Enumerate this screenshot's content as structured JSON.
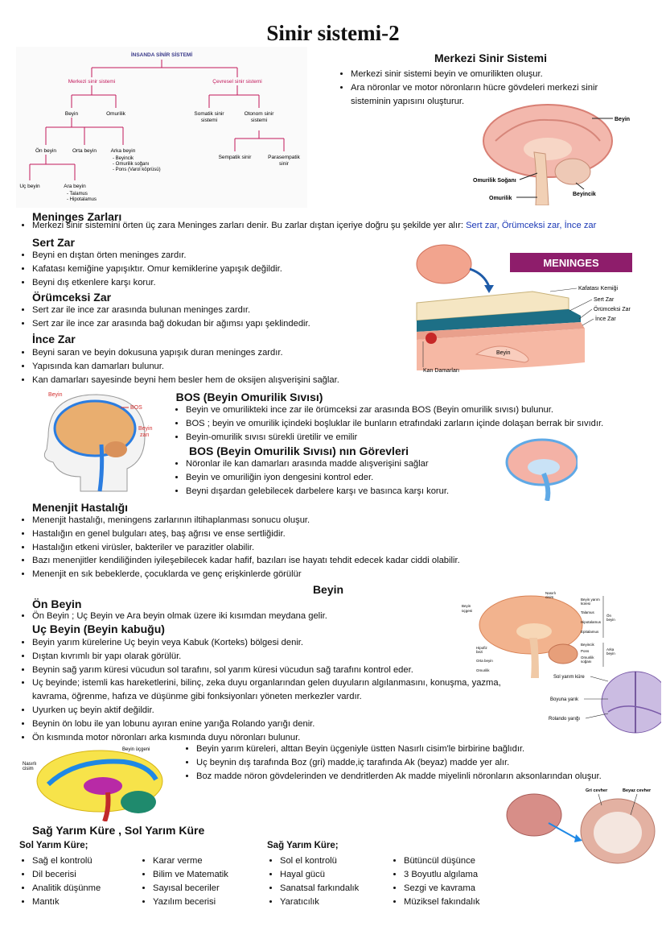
{
  "page_title": "Sinir sistemi-2",
  "tree": {
    "root": "İNSANDA SİNİR SİSTEMİ",
    "mss": "Merkezi sinir sistemi",
    "css": "Çevresel sinir sistemi",
    "beyin": "Beyin",
    "omurilik": "Omurilik",
    "somatik": [
      "Somatik sinir",
      "sistemi"
    ],
    "otonom": [
      "Otonom sinir",
      "sistemi"
    ],
    "on_beyin": "Ön beyin",
    "orta_beyin": "Orta beyin",
    "arka_beyin": "Arka beyin",
    "arka_list": [
      "- Beyincik",
      "- Omurilik soğanı",
      "- Pons (Varol köprüsü)"
    ],
    "sempatik": "Sempatik sinir",
    "parasempatik": [
      "Parasempatik",
      "sinir"
    ],
    "uc_beyin": "Uç beyin",
    "ara_beyin": "Ara beyin",
    "ara_list": [
      "- Talamus",
      "- Hipotalamus"
    ]
  },
  "mss": {
    "title": "Merkezi Sinir Sistemi",
    "items": [
      "Merkezi sinir sistemi beyin ve omurilikten oluşur.",
      "Ara nöronlar ve motor nöronların hücre gövdeleri merkezi sinir sisteminin yapısını oluşturur."
    ],
    "fig_labels": {
      "beyin": "Beyin",
      "sogan": "Omurilik Soğanı",
      "omurilik": "Omurilik",
      "beyincik": "Beyincik"
    }
  },
  "meninges": {
    "title": "Meninges Zarları",
    "intro": "Merkezi sinir sistemini örten üç zara Meninges zarları denir. Bu zarlar dıştan içeriye doğru şu şekilde yer alır:",
    "intro_zarlar": "Sert zar,  Örümceksi zar,  İnce zar",
    "sert_title": "Sert Zar",
    "sert_items": [
      "Beyni en dıştan örten meninges zardır.",
      "Kafatası kemiğine yapışıktır. Omur kemiklerine yapışık değildir.",
      "Beyni dış etkenlere karşı korur."
    ],
    "orum_title": "Örümceksi Zar",
    "orum_items": [
      "Sert zar ile ince zar arasında bulunan meninges zardır.",
      "Sert zar ile ince zar arasında bağ dokudan bir ağımsı yapı şeklindedir."
    ],
    "ince_title": "İnce Zar",
    "ince_items": [
      "Beyni saran ve beyin dokusuna yapışık duran meninges zardır.",
      "Yapısında kan damarları bulunur.",
      "Kan damarları sayesinde beyni hem besler hem de oksijen alışverişini sağlar."
    ],
    "fig": {
      "banner": "MENINGES",
      "kafatasi": "Kafatası Kemiği",
      "sert": "Sert Zar",
      "orum": "Örümceksi Zar",
      "ince": "İnce Zar",
      "beyin": "Beyin",
      "kan": "Kan Damarları"
    }
  },
  "bos": {
    "title": "BOS (Beyin Omurilik Sıvısı)",
    "items": [
      "Beyin ve omurilikteki ince zar ile örümceksi zar arasında BOS (Beyin omurilik sıvısı) bulunur.",
      "BOS ; beyin ve omurilik içindeki boşluklar ile bunların etrafındaki zarların içinde dolaşan berrak bir sıvıdır.",
      "Beyin-omurilik sıvısı sürekli üretilir ve emilir"
    ],
    "gorev_title": "BOS (Beyin Omurilik Sıvısı) nın Görevleri",
    "gorev_items": [
      "Nöronlar ile kan damarları arasında madde alışverişini sağlar",
      "Beyin ve omuriliğin iyon dengesini kontrol eder.",
      "Beyni dışardan gelebilecek darbelere karşı ve basınca karşı korur."
    ],
    "fig": {
      "beyin": "Beyin",
      "bos": "BOS",
      "zar": [
        "Beyin",
        "zarı"
      ]
    }
  },
  "menenjit": {
    "title": "Menenjit Hastalığı",
    "items": [
      "Menenjit hastalığı, meningens zarlarının iltihaplanması sonucu oluşur.",
      "Hastalığın en genel bulguları ateş, baş ağrısı ve ense sertliğidir.",
      "Hastalığın etkeni virüsler, bakteriler ve parazitler olabilir.",
      "Bazı menenjitler kendiliğinden iyileşebilecek kadar hafif, bazıları ise hayatı tehdit edecek kadar ciddi olabilir.",
      "Menenjit en sık bebeklerde, çocuklarda ve genç erişkinlerde görülür"
    ]
  },
  "beyin": {
    "title": "Beyin",
    "on_title": "Ön Beyin",
    "on_items": [
      "Ön Beyin ; Uç Beyin ve Ara beyin olmak üzere iki kısımdan meydana gelir."
    ],
    "uc_title": "Uç Beyin (Beyin kabuğu)",
    "uc_items": [
      "Beyin yarım kürelerine Uç beyin veya Kabuk (Korteks) bölgesi denir.",
      "Dıştan kıvrımlı bir yapı olarak görülür.",
      "Beynin sağ yarım küresi vücudun sol tarafını, sol yarım küresi vücudun sağ tarafını kontrol eder.",
      "Uç beyinde; istemli kas hareketlerini, bilinç, zeka duyu organlarından gelen duyuların algılanmasını, konuşma, yazma, kavrama, öğrenme, hafıza ve düşünme gibi fonksiyonları yöneten merkezler vardır.",
      "Uyurken uç beyin aktif değildir.",
      "Beynin ön lobu ile yan lobunu ayıran enine yarığa Rolando yarığı denir.",
      "Ön kısmında motor nöronları arka kısmında duyu nöronları bulunur."
    ],
    "more_items": [
      "Beyin yarım küreleri, alttan Beyin üçgeniyle üstten Nasırlı cisim'le birbirine bağlıdır.",
      "Uç beynin dış tarafında Boz (gri) madde,iç tarafında Ak (beyaz) madde yer alır.",
      "Boz madde nöron gövdelerinden ve dendritlerden Ak madde miyelinli nöronların aksonlarından oluşur."
    ],
    "fig1": {
      "beyin_ucgeni": [
        "Beyin",
        "üçgeni"
      ],
      "nasirli": [
        "Nasırlı",
        "cisim"
      ],
      "yarim": [
        "Beyin yarım",
        "küresi"
      ],
      "talamus": "Talamus",
      "hipo": "Hipotalamus",
      "epi": "Epitalamus",
      "on_beyin": [
        "Ön",
        "beyin"
      ],
      "hipofiz": [
        "Hipofiz",
        "bezi"
      ],
      "beyincik": "Beyincik",
      "pons": "Pons",
      "orta": "Orta beyin",
      "sogan": [
        "Omurilik",
        "soğanı"
      ],
      "arka": [
        "Arka",
        "beyin"
      ],
      "omurilik": "Omurilik"
    },
    "fig2": {
      "sol": "Sol yarım küre",
      "boyuna": "Boyuna yarık",
      "rolando": "Rolando yarığı"
    },
    "fig3": {
      "ucgen": "Beyin üçgeni",
      "nasirli": [
        "Nasırlı",
        "cisim"
      ]
    },
    "fig4": {
      "gri": "Gri cevher",
      "beyaz": "Beyaz cevher"
    }
  },
  "hemispheres": {
    "title": "Sağ Yarım Küre , Sol Yarım Küre",
    "sol_title": "Sol Yarım Küre;",
    "sol_col1": [
      "Sağ el kontrolü",
      "Dil becerisi",
      "Analitik düşünme",
      "Mantık"
    ],
    "sol_col2": [
      "Karar verme",
      "Bilim ve Matematik",
      "Sayısal beceriler",
      "Yazılım becerisi"
    ],
    "sag_title": "Sağ Yarım Küre;",
    "sag_col1": [
      "Sol el kontrolü",
      "Hayal gücü",
      "Sanatsal farkındalık",
      "Yaratıcılık"
    ],
    "sag_col2": [
      "Bütüncül düşünce",
      "3 Boyutlu algılama",
      "Sezgi ve kavrama",
      "Müziksel fakındalık"
    ]
  },
  "colors": {
    "accent_blue": "#1a37b5",
    "tree_line": "#c2185b",
    "banner": "#8e1d6b"
  }
}
